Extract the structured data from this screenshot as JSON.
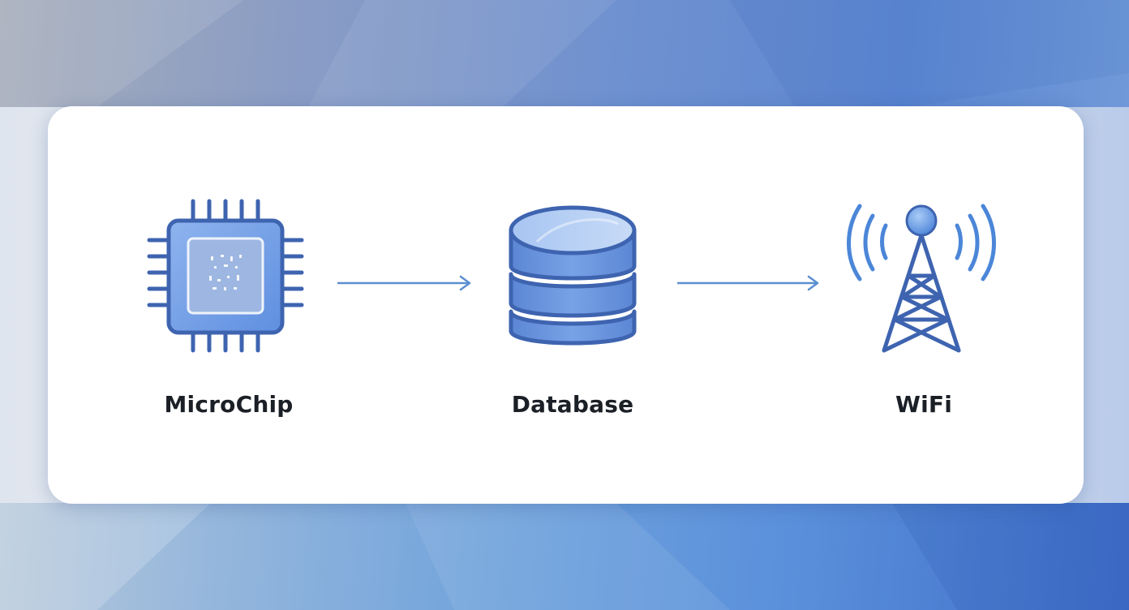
{
  "diagram": {
    "nodes": [
      {
        "id": "microchip",
        "label": "MicroChip",
        "icon": "microchip-icon"
      },
      {
        "id": "database",
        "label": "Database",
        "icon": "database-icon"
      },
      {
        "id": "wifi",
        "label": "WiFi",
        "icon": "wifi-tower-icon"
      }
    ],
    "edges": [
      {
        "from": "microchip",
        "to": "database"
      },
      {
        "from": "database",
        "to": "wifi"
      }
    ]
  },
  "colors": {
    "icon_stroke": "#3e64b0",
    "icon_fill_light": "#a9c6f3",
    "icon_fill_mid": "#6f9be3",
    "arrow": "#5b8fd0",
    "label_text": "#1b1f26",
    "card_background": "#ffffff"
  }
}
